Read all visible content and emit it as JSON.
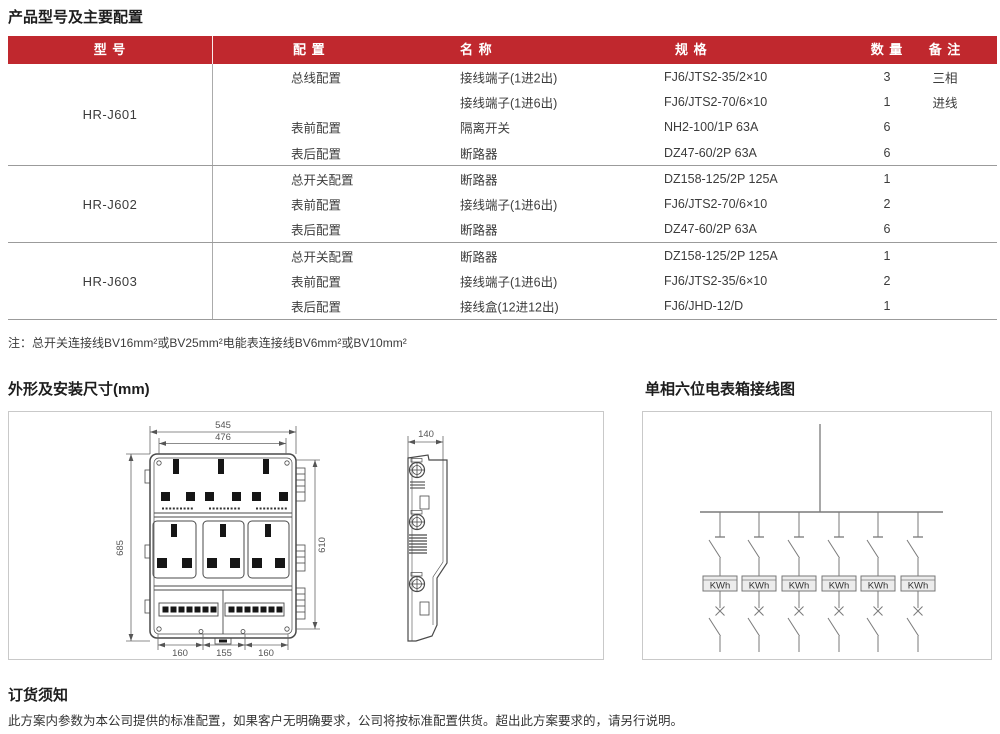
{
  "title": "产品型号及主要配置",
  "colors": {
    "header_red": "#C0282E"
  },
  "table": {
    "headers": {
      "model": "型 号",
      "config": "配 置",
      "name": "名 称",
      "spec": "规 格",
      "qty": "数 量",
      "remark": "备 注"
    },
    "groups": [
      {
        "model": "HR-J601",
        "rows": [
          {
            "config": "总线配置",
            "name": "接线端子(1进2出)",
            "spec": "FJ6/JTS2-35/2×10",
            "qty": "3",
            "remark": "三相"
          },
          {
            "config": "",
            "name": "接线端子(1进6出)",
            "spec": "FJ6/JTS2-70/6×10",
            "qty": "1",
            "remark": "进线"
          },
          {
            "config": "表前配置",
            "name": "隔离开关",
            "spec": "NH2-100/1P 63A",
            "qty": "6",
            "remark": ""
          },
          {
            "config": "表后配置",
            "name": "断路器",
            "spec": "DZ47-60/2P 63A",
            "qty": "6",
            "remark": ""
          }
        ]
      },
      {
        "model": "HR-J602",
        "rows": [
          {
            "config": "总开关配置",
            "name": "断路器",
            "spec": "DZ158-125/2P 125A",
            "qty": "1",
            "remark": ""
          },
          {
            "config": "表前配置",
            "name": "接线端子(1进6出)",
            "spec": "FJ6/JTS2-70/6×10",
            "qty": "2",
            "remark": ""
          },
          {
            "config": "表后配置",
            "name": "断路器",
            "spec": "DZ47-60/2P 63A",
            "qty": "6",
            "remark": ""
          }
        ]
      },
      {
        "model": "HR-J603",
        "rows": [
          {
            "config": "总开关配置",
            "name": "断路器",
            "spec": "DZ158-125/2P 125A",
            "qty": "1",
            "remark": ""
          },
          {
            "config": "表前配置",
            "name": "接线端子(1进6出)",
            "spec": "FJ6/JTS2-35/6×10",
            "qty": "2",
            "remark": ""
          },
          {
            "config": "表后配置",
            "name": "接线盒(12进12出)",
            "spec": "FJ6/JHD-12/D",
            "qty": "1",
            "remark": ""
          }
        ]
      }
    ],
    "note": "注：总开关连接线BV16mm²或BV25mm²电能表连接线BV6mm²或BV10mm²"
  },
  "dims_section": {
    "title": "外形及安装尺寸(mm)",
    "front": {
      "outer_width": "545",
      "inner_width": "476",
      "outer_height": "685",
      "inner_height": "610",
      "bottom": [
        "160",
        "155",
        "160"
      ]
    },
    "side": {
      "depth": "140"
    }
  },
  "wiring_section": {
    "title": "单相六位电表箱接线图",
    "meter_label": "KWh",
    "meter_count": 6
  },
  "ordering": {
    "title": "订货须知",
    "text": "此方案内参数为本公司提供的标准配置，如果客户无明确要求，公司将按标准配置供货。超出此方案要求的，请另行说明。"
  }
}
